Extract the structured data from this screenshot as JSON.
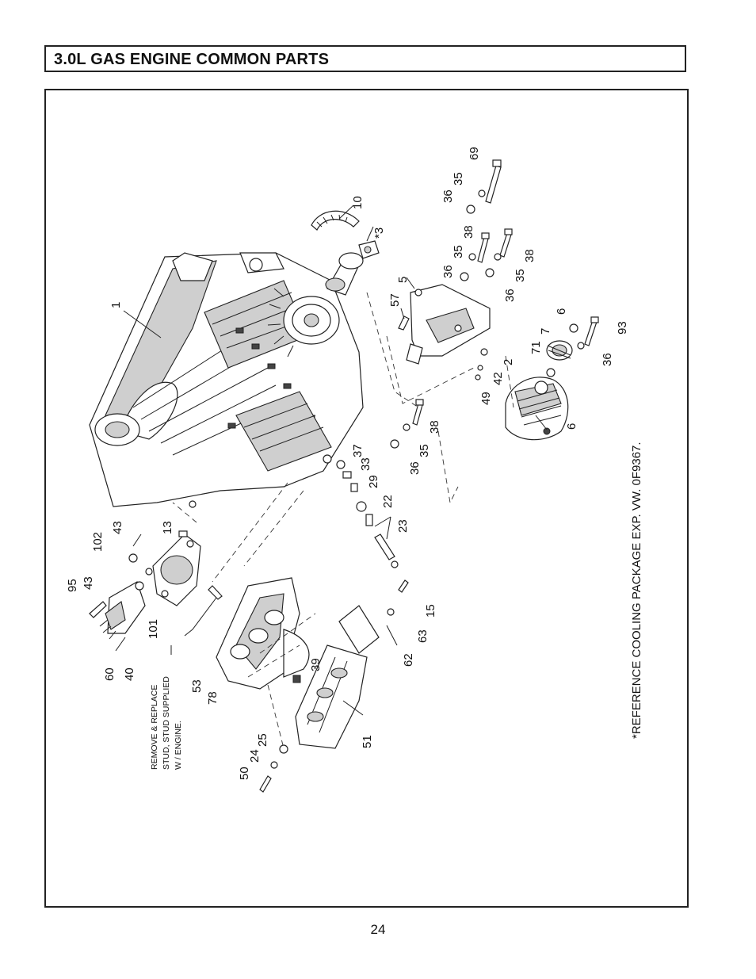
{
  "header": {
    "title": "3.0L GAS ENGINE COMMON PARTS"
  },
  "diagram": {
    "callouts": [
      "1",
      "10",
      "*3",
      "69",
      "35",
      "36",
      "38",
      "35",
      "36",
      "38",
      "35",
      "36",
      "5",
      "57",
      "6",
      "7",
      "93",
      "36",
      "71",
      "2",
      "42",
      "49",
      "6",
      "37",
      "33",
      "29",
      "22",
      "23",
      "38",
      "35",
      "36",
      "13",
      "43",
      "102",
      "95",
      "43",
      "60",
      "40",
      "101",
      "53",
      "78",
      "39",
      "62",
      "63",
      "15",
      "51",
      "25",
      "24",
      "50"
    ],
    "note_lines": [
      "REMOVE & REPLACE",
      "STUD, STUD SUPPLIED",
      "W / ENGINE."
    ],
    "reference_note": "*REFERENCE COOLING PACKAGE EXP. VW. 0F9367."
  },
  "footer": {
    "page_number": "24"
  }
}
